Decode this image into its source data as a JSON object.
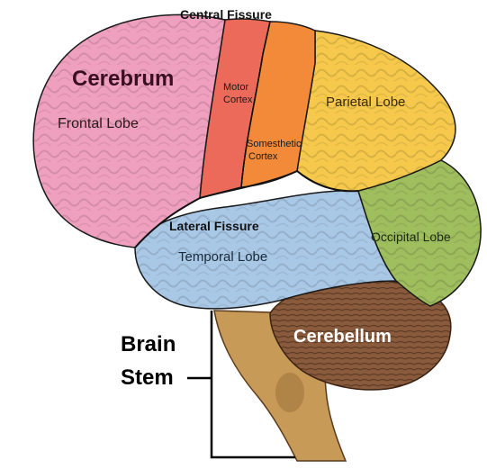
{
  "labels": {
    "central_fissure": "Central Fissure",
    "cerebrum": "Cerebrum",
    "frontal_lobe": "Frontal Lobe",
    "motor_cortex_line1": "Motor",
    "motor_cortex_line2": "Cortex",
    "parietal_lobe": "Parietal Lobe",
    "somesthetic_line1": "Somesthetic",
    "somesthetic_line2": "Cortex",
    "lateral_fissure": "Lateral Fissure",
    "occipital_lobe": "Occipital Lobe",
    "temporal_lobe": "Temporal Lobe",
    "cerebellum": "Cerebellum",
    "brain_stem_line1": "Brain",
    "brain_stem_line2": "Stem"
  },
  "colors": {
    "frontal": "#f0a0bf",
    "motor": "#ec6a5a",
    "somesthetic": "#f28a3a",
    "parietal": "#f6c94c",
    "occipital": "#9fbe5e",
    "temporal": "#a9c8e6",
    "cerebellum": "#8a5a3c",
    "stem": "#c79a58",
    "outline": "#1a1a1a"
  }
}
